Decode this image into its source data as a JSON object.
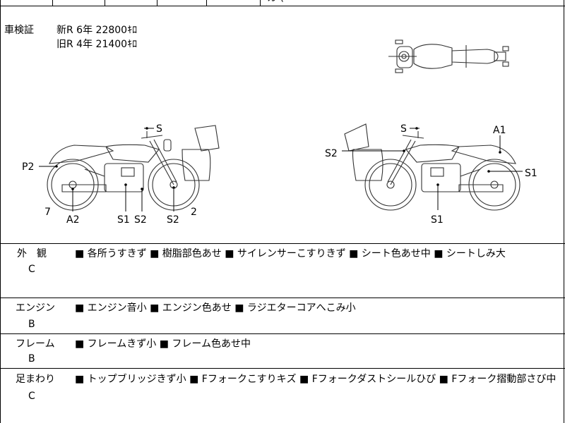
{
  "header": {
    "cut_text": "ガ ("
  },
  "inspection": {
    "label": "車検証",
    "new_line": "新R  6年  22800ｷﾛ",
    "old_line": "旧R  4年  21400ｷﾛ"
  },
  "diagram": {
    "left_marks": {
      "s_top": "S",
      "p2": "P2",
      "num7": "7",
      "a2": "A2",
      "s1": "S1",
      "s2a": "S2",
      "s2b": "S2",
      "num2": "2"
    },
    "right_marks": {
      "s_top": "S",
      "s2": "S2",
      "a1": "A1",
      "s1a": "S1",
      "s1b": "S1"
    }
  },
  "conditions": [
    {
      "label": "外　観",
      "grade": "C",
      "items": "■ 各所うすきず ■ 樹脂部色あせ ■ サイレンサーこすりきず ■ シート色あせ中 ■ シートしみ大"
    },
    {
      "label": "エンジン",
      "grade": "B",
      "items": "■ エンジン音小 ■ エンジン色あせ ■ ラジエターコアへこみ小"
    },
    {
      "label": "フレーム",
      "grade": "B",
      "items": "■ フレームきず小 ■ フレーム色あせ中"
    },
    {
      "label": "足まわり",
      "grade": "C",
      "items": "■ トップブリッジきず小 ■ Fフォークこすりキズ ■ Fフォークダストシールひび ■ Fフォーク摺動部さび中"
    }
  ]
}
